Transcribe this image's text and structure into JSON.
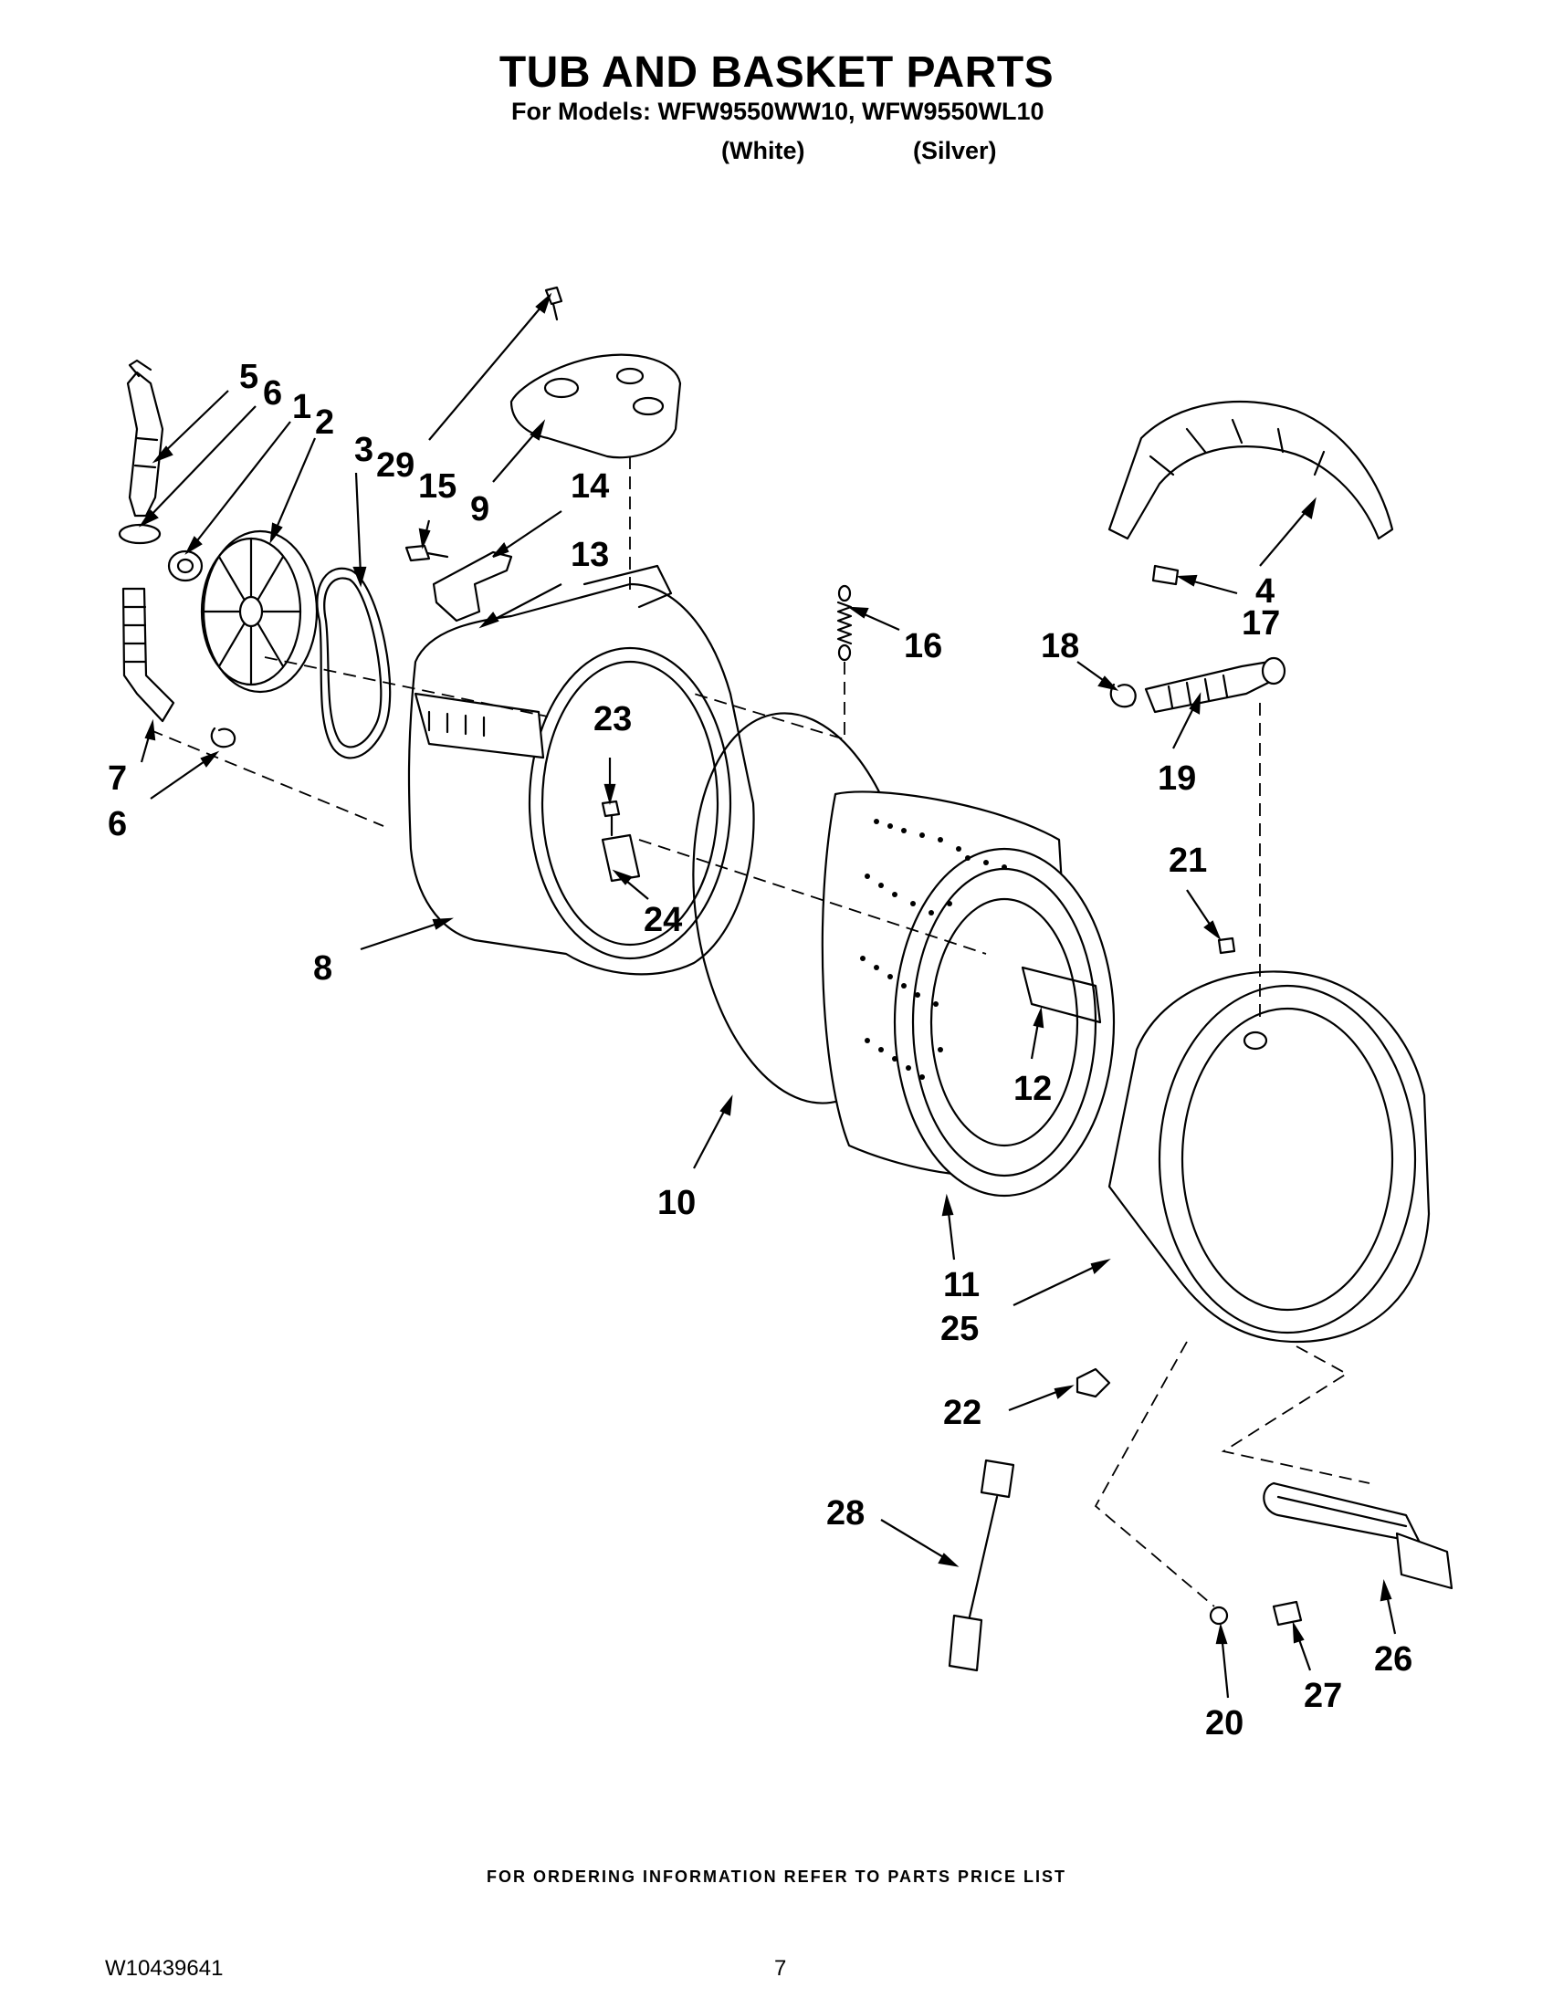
{
  "header": {
    "title": "TUB AND BASKET PARTS",
    "models": "For Models: WFW9550WW10, WFW9550WL10",
    "variant_white": "(White)",
    "variant_silver": "(Silver)"
  },
  "callouts": [
    "5",
    "6",
    "1",
    "2",
    "3",
    "29",
    "15",
    "14",
    "9",
    "13",
    "16",
    "4",
    "17",
    "18",
    "19",
    "7",
    "6",
    "23",
    "21",
    "24",
    "8",
    "12",
    "10",
    "11",
    "25",
    "22",
    "28",
    "26",
    "27",
    "20"
  ],
  "footer": {
    "ordering_note": "FOR ORDERING INFORMATION REFER TO PARTS PRICE LIST",
    "document_number": "W10439641",
    "page_number": "7"
  }
}
